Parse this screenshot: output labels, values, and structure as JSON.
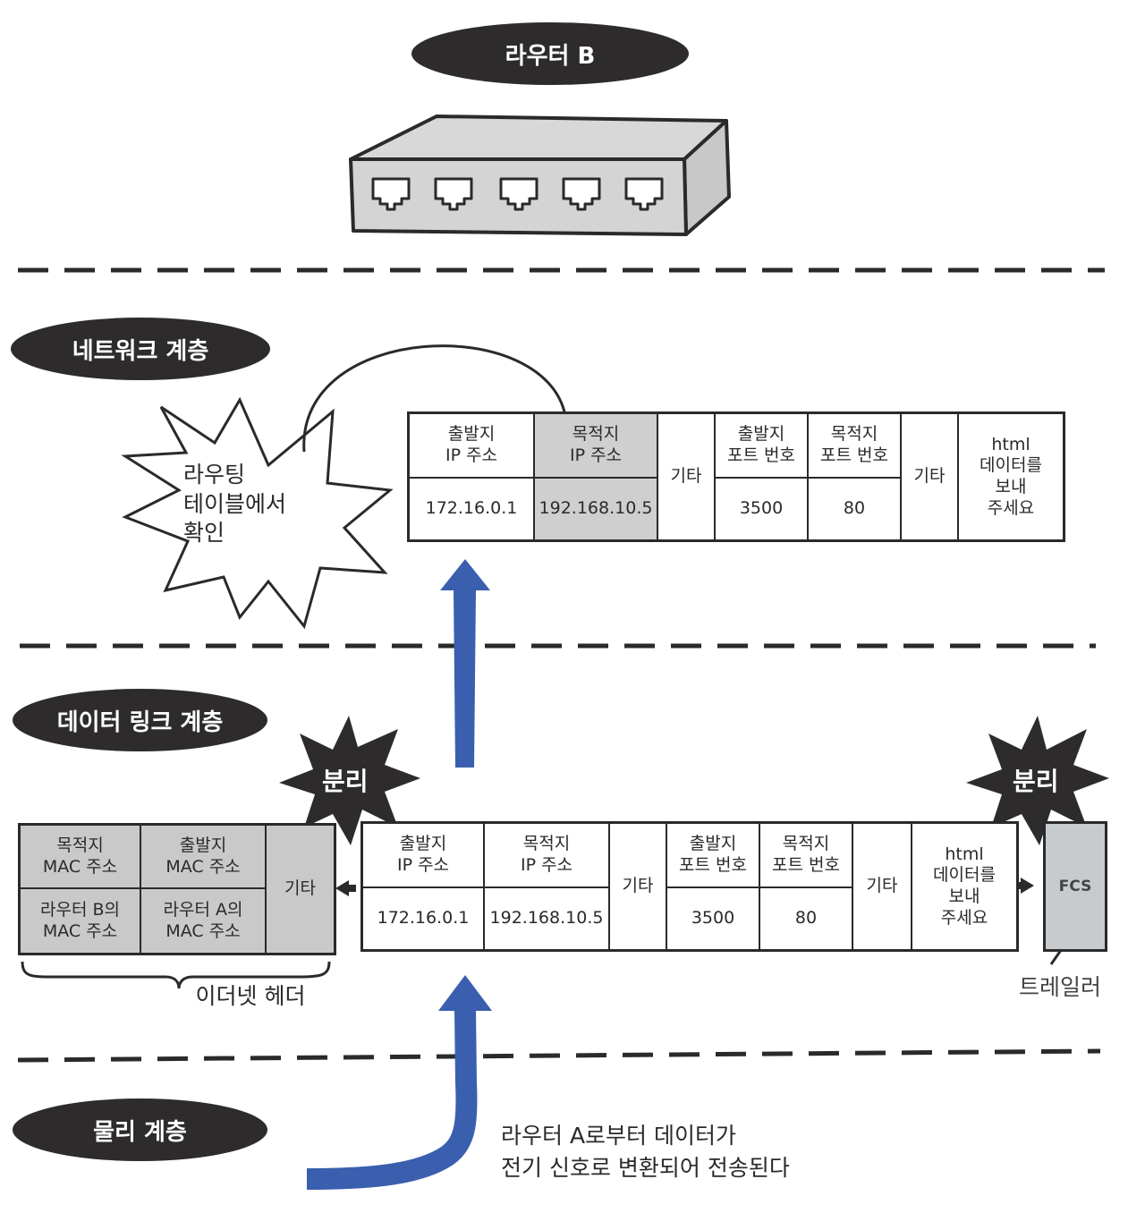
{
  "router": {
    "title": "라우터 B"
  },
  "layers": {
    "network": "네트워크 계층",
    "datalink": "데이터 링크 계층",
    "physical": "물리 계층"
  },
  "routing_note": [
    "라우팅",
    "테이블에서",
    "확인"
  ],
  "network_packet": {
    "src_ip_label": "출발지\nIP 주소",
    "dst_ip_label": "목적지\nIP 주소",
    "etc1": "기타",
    "src_port_label": "출발지\n포트 번호",
    "dst_port_label": "목적지\n포트 번호",
    "etc2": "기타",
    "data": "html\n데이터를\n보내\n주세요",
    "src_ip": "172.16.0.1",
    "dst_ip": "192.168.10.5",
    "src_port": "3500",
    "dst_port": "80"
  },
  "datalink_packet": {
    "src_ip_label": "출발지\nIP 주소",
    "dst_ip_label": "목적지\nIP 주소",
    "etc1": "기타",
    "src_port_label": "출발지\n포트 번호",
    "dst_port_label": "목적지\n포트 번호",
    "etc2": "기타",
    "data": "html\n데이터를\n보내\n주세요",
    "src_ip": "172.16.0.1",
    "dst_ip": "192.168.10.5",
    "src_port": "3500",
    "dst_port": "80"
  },
  "ethernet_header": {
    "dst_mac": "목적지\nMAC 주소",
    "src_mac": "출발지\nMAC 주소",
    "etc": "기타",
    "dst_mac_value": "라우터 B의\nMAC 주소",
    "src_mac_value": "라우터 A의\nMAC 주소",
    "caption": "이더넷 헤더"
  },
  "split_left": "분리",
  "split_right": "분리",
  "fcs": "FCS",
  "trailer": "트레일러",
  "physical_note": [
    "라우터 A로부터 데이터가",
    "전기 신호로 변환되어 전송된다"
  ],
  "colors": {
    "arrow": "#3a5fae",
    "pill": "#2e2b2c",
    "shade": "#cfcfcf"
  }
}
